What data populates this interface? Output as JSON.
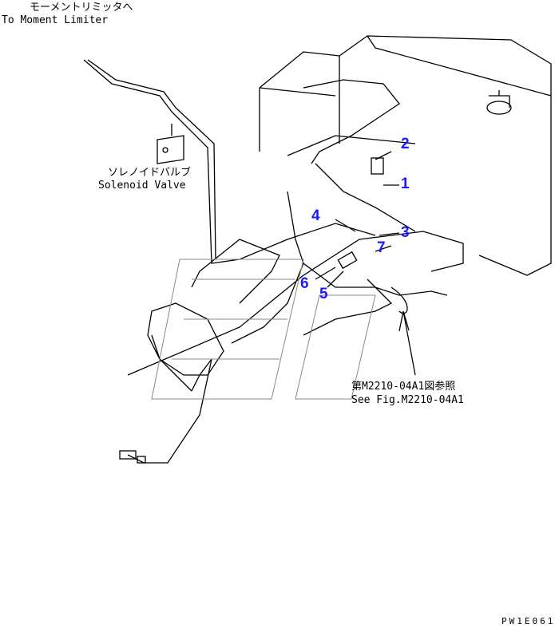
{
  "labels": {
    "moment_limiter_jp": "モーメントリミッタへ",
    "moment_limiter_en": "To Moment Limiter",
    "solenoid_jp": "ソレノイドバルブ",
    "solenoid_en": "Solenoid Valve",
    "ref_jp": "第M2210-04A1図参照",
    "ref_en": "See Fig.M2210-04A1",
    "drawing_code": "PW1E061"
  },
  "callouts": [
    "1",
    "2",
    "3",
    "4",
    "5",
    "6",
    "7"
  ],
  "colors": {
    "callout": "#1a1aff",
    "line": "#000000"
  }
}
